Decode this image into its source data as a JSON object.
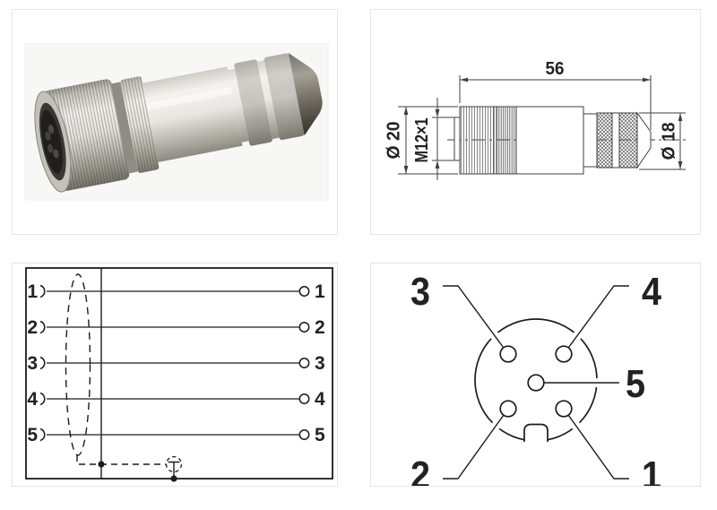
{
  "page": {
    "background": "#ffffff",
    "panel_border": "#e5e5e5",
    "drawing_line_color": "#3f3f3f",
    "diagram_line_color": "#1c1c1c"
  },
  "photo_panel": {
    "icon": "m12-connector-photo"
  },
  "dimension_panel": {
    "length": "56",
    "outer_diameter": "Ø 20",
    "thread": "M12×1",
    "end_diameter": "Ø 18"
  },
  "wiring_panel": {
    "rows": [
      {
        "left": "1",
        "right": "1"
      },
      {
        "left": "2",
        "right": "2"
      },
      {
        "left": "3",
        "right": "3"
      },
      {
        "left": "4",
        "right": "4"
      },
      {
        "left": "5",
        "right": "5"
      }
    ]
  },
  "pinout_panel": {
    "pins": [
      {
        "id": "3",
        "position": "top-left"
      },
      {
        "id": "4",
        "position": "top-right"
      },
      {
        "id": "5",
        "position": "right"
      },
      {
        "id": "2",
        "position": "bottom-left"
      },
      {
        "id": "1",
        "position": "bottom-right"
      }
    ]
  }
}
